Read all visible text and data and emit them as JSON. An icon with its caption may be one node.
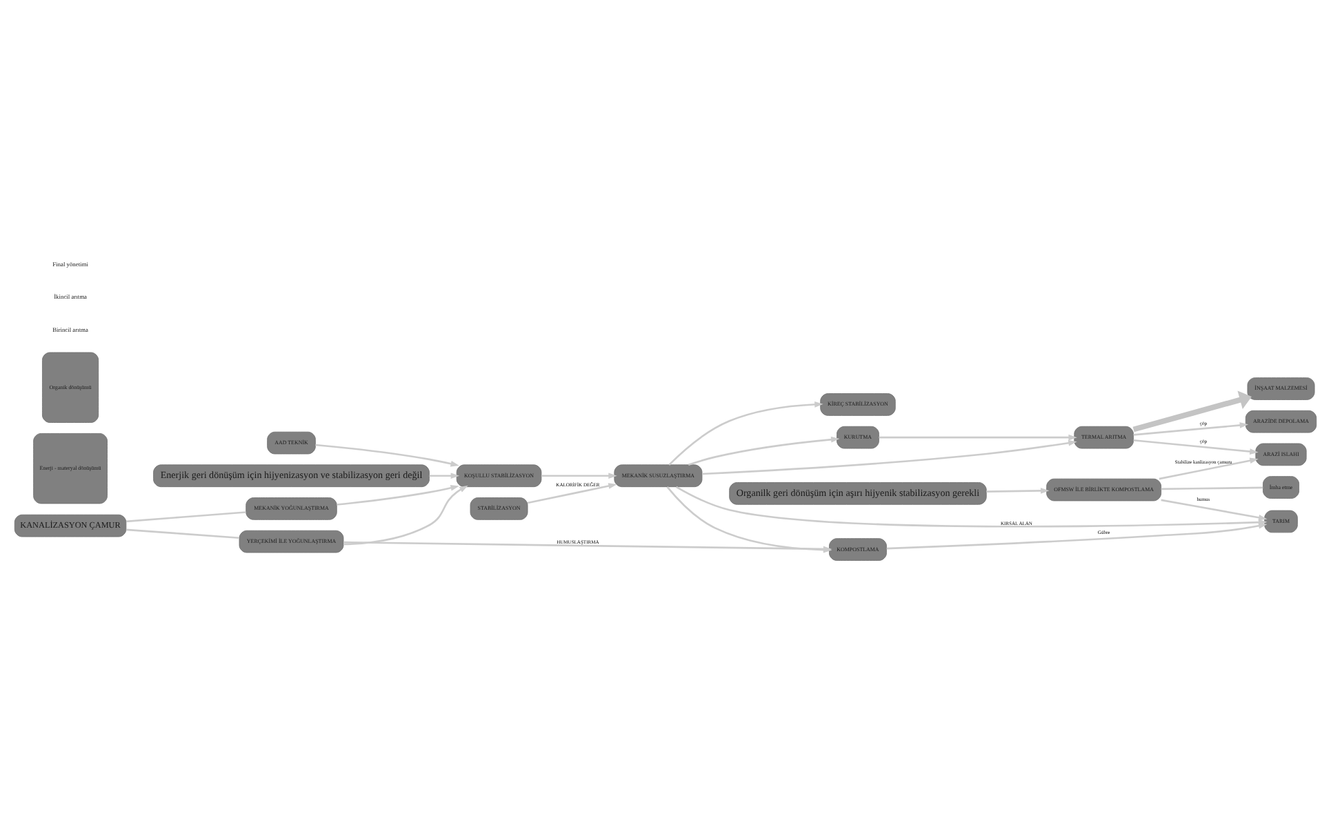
{
  "diagram": {
    "nodes": [
      {
        "text": [
          "Enerjik geri dönüşüm için hijyenizasyon ve stabilizasyon geri değil"
        ]
      },
      {
        "text": [
          "STABİLİZASYON"
        ]
      },
      {
        "text": [
          "KANALİZASYON ÇAMUR"
        ]
      },
      {
        "text": [
          "MEKANİK YOĞUNLAŞTIRMA"
        ]
      },
      {
        "text": [
          "YERÇEKİMİ İLE YOĞUNLAŞTIRMA"
        ]
      },
      {
        "text": [
          "KOŞULLU STABİLİZASYON"
        ]
      },
      {
        "text": [
          "AAD TEKNİK"
        ]
      },
      {
        "text": [
          "MEKANİK SUSUZLAŞTIRMA"
        ]
      },
      {
        "text": [
          "Organilk geri dönüşüm için aşırı hijyenik stabilizasyon gerekli"
        ]
      },
      {
        "text": [
          "KURUTMA"
        ]
      },
      {
        "text": [
          "TERMAL ARITMA"
        ]
      },
      {
        "text": [
          "KİREÇ STABİLİZASYON"
        ]
      },
      {
        "text": [
          "KOMPOSTLAMA"
        ]
      },
      {
        "text": [
          "OFMSW İLE BİRLİKTE KOMPOSTLAMA"
        ]
      },
      {
        "text": [
          "ARAZİDE DEPOLAMA"
        ]
      },
      {
        "text": [
          "İNŞAAT MALZEMESİ"
        ]
      },
      {
        "text": [
          "ARAZİ ISLAHI"
        ]
      },
      {
        "text": [
          "TARIM"
        ]
      },
      {
        "text": [
          "İmha etme"
        ]
      },
      {
        "text": [
          "Enerji - materyal dönüşümü"
        ]
      },
      {
        "text": [
          "Organik dönüşümü"
        ]
      }
    ],
    "edges": [
      {
        "from": 2,
        "to": 3,
        "arrow": "none"
      },
      {
        "from": 2,
        "to": 4,
        "arrow": "none"
      },
      {
        "from": 3,
        "to": 5,
        "arrow": "to"
      },
      {
        "from": 4,
        "to": 5,
        "arrow": "to"
      },
      {
        "from": 0,
        "to": 5,
        "arrow": "to"
      },
      {
        "from": 6,
        "to": 5,
        "arrow": "to"
      },
      {
        "from": 1,
        "to": 7,
        "arrow": "to",
        "label": "KALORİFİK DEĞER"
      },
      {
        "from": 5,
        "to": 7,
        "arrow": "to"
      },
      {
        "from": 4,
        "to": 12,
        "arrow": "to",
        "label": "HUMUSLAŞTIRMA"
      },
      {
        "from": 7,
        "to": 9,
        "arrow": "to"
      },
      {
        "from": 7,
        "to": 10,
        "arrow": "to"
      },
      {
        "from": 7,
        "to": 11,
        "arrow": "to"
      },
      {
        "from": 7,
        "to": 17,
        "arrow": "to",
        "label": "KIRSAL ALAN"
      },
      {
        "from": 7,
        "to": 12,
        "arrow": "to"
      },
      {
        "from": 8,
        "to": 13,
        "arrow": "to"
      },
      {
        "from": 9,
        "to": 10,
        "arrow": "to"
      },
      {
        "from": 10,
        "to": 14,
        "arrow": "to",
        "label": "çöp"
      },
      {
        "from": 10,
        "to": 15,
        "arrow": "to",
        "style": "thick"
      },
      {
        "from": 10,
        "to": 16,
        "arrow": "to",
        "label": "çöp"
      },
      {
        "from": 12,
        "to": 17,
        "arrow": "to",
        "label": "Gübre"
      },
      {
        "from": 13,
        "to": 16,
        "arrow": "to",
        "label": "Stabilize kanlizasyon çamuru"
      },
      {
        "from": 13,
        "to": 17,
        "arrow": "to",
        "label": "humus"
      },
      {
        "from": 13,
        "to": 18,
        "arrow": "none"
      }
    ],
    "labels": [
      "Birincil arıtma",
      "İkincil arıtma",
      "Final yönetimi"
    ]
  }
}
